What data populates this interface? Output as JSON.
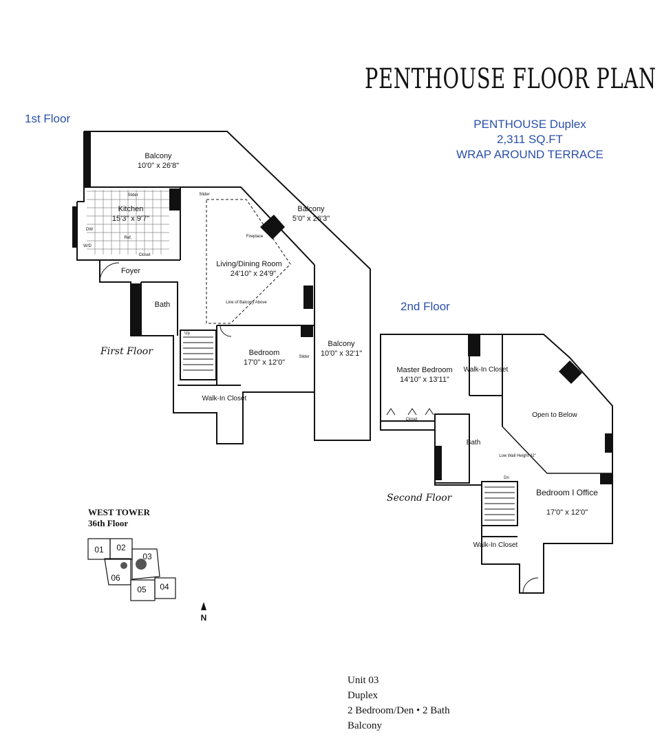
{
  "title": "PENTHOUSE FLOOR PLAN",
  "info": {
    "line1": "PENTHOUSE Duplex",
    "line2": "2,311 SQ.FT",
    "line3": "WRAP AROUND TERRACE"
  },
  "floor1": {
    "heading": "1st Floor",
    "script_label": "First Floor",
    "rooms": {
      "balcony_top": {
        "name": "Balcony",
        "dims": "10'0\" x 26'8\""
      },
      "kitchen": {
        "name": "Kitchen",
        "dims": "15'3\" x 9'7\""
      },
      "balcony_angled": {
        "name": "Balcony",
        "dims": "5'0\" x 26'3\""
      },
      "living": {
        "name": "Living/Dining Room",
        "dims": "24'10\" x 24'9\""
      },
      "foyer": {
        "name": "Foyer"
      },
      "bath": {
        "name": "Bath"
      },
      "bedroom": {
        "name": "Bedroom",
        "dims": "17'0\" x 12'0\""
      },
      "balcony_right": {
        "name": "Balcony",
        "dims": "10'0\" x 32'1\""
      },
      "walkin": {
        "name": "Walk-In Closet"
      }
    },
    "small_labels": {
      "slider_top": "Slider",
      "slider_kitchen": "Slider",
      "slider_bedroom": "Slider",
      "fireplace": "Fireplace",
      "ref": "Ref.",
      "closet": "Closet",
      "dw": "DW",
      "wd": "W/D",
      "line_of_balcony": "Line of Balcony Above",
      "up": "Up"
    }
  },
  "floor2": {
    "heading": "2nd Floor",
    "script_label": "Second Floor",
    "rooms": {
      "master": {
        "name": "Master Bedroom",
        "dims": "14'10\" x 13'11\""
      },
      "walkin_top": {
        "name": "Walk-In Closet"
      },
      "open": {
        "name": "Open to Below"
      },
      "bath": {
        "name": "Bath"
      },
      "office": {
        "name": "Bedroom I Office",
        "dims": "17'0\" x 12'0\""
      },
      "walkin_bottom": {
        "name": "Walk-In Closet"
      }
    },
    "small_labels": {
      "closet": "Closet",
      "low_wall": "Low Wall Height 42\"",
      "dn": "Dn"
    }
  },
  "tower": {
    "line1": "WEST TOWER",
    "line2": "36th Floor",
    "units": [
      "01",
      "02",
      "03",
      "06",
      "05",
      "04"
    ]
  },
  "north": "N",
  "unit_info": {
    "line1": "Unit 03",
    "line2": "Duplex",
    "line3": "2 Bedroom/Den • 2 Bath",
    "line4": "Balcony"
  },
  "colors": {
    "wall": "#111111",
    "heading_blue": "#2a4fa8"
  }
}
